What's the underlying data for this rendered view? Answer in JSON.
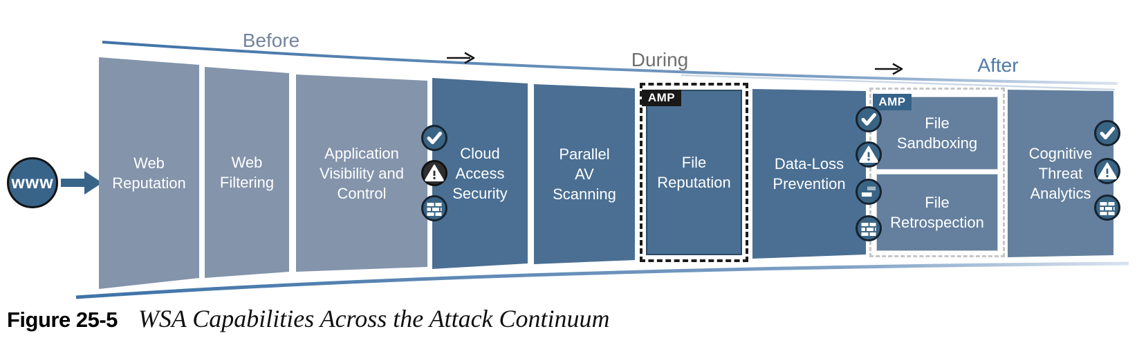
{
  "figure": {
    "source_node": {
      "label": "www"
    },
    "phases": [
      {
        "label": "Before"
      },
      {
        "label": "During"
      },
      {
        "label": "After"
      }
    ],
    "amp_tag": "AMP",
    "panels": [
      {
        "name": "Web Reputation",
        "lines": [
          "Web",
          "Reputation"
        ]
      },
      {
        "name": "Web Filtering",
        "lines": [
          "Web",
          "Filtering"
        ]
      },
      {
        "name": "Application Visibility and Control",
        "lines": [
          "Application",
          "Visibility and",
          "Control"
        ]
      },
      {
        "name": "Cloud Access Security",
        "lines": [
          "Cloud",
          "Access",
          "Security"
        ]
      },
      {
        "name": "Parallel AV Scanning",
        "lines": [
          "Parallel",
          "AV",
          "Scanning"
        ]
      },
      {
        "name": "File Reputation",
        "lines": [
          "File",
          "Reputation"
        ],
        "amp": true
      },
      {
        "name": "Data-Loss Prevention",
        "lines": [
          "Data-Loss",
          "Prevention"
        ]
      },
      {
        "name": "File Sandboxing",
        "lines": [
          "File",
          "Sandboxing"
        ],
        "amp": true
      },
      {
        "name": "File Retrospection",
        "lines": [
          "File",
          "Retrospection"
        ]
      },
      {
        "name": "Cognitive Threat Analytics",
        "lines": [
          "Cognitive",
          "Threat",
          "Analytics"
        ]
      }
    ],
    "icons": {
      "check": "check-icon",
      "warning": "warning-icon",
      "blocks": "blocks-icon",
      "firewall": "firewall-icon"
    },
    "colors": {
      "panel_light": "#8394ab",
      "panel_dark": "#4a6f93",
      "panel_medium": "#64809e",
      "funnel_line": "#3e72a6",
      "amp_black": "#191919",
      "amp_blue": "#356288",
      "www_ball": "#39648a",
      "warning_dark_circle": "#2e2e2e"
    }
  },
  "caption": {
    "number": "Figure 25-5",
    "title": "WSA Capabilities Across the Attack Continuum"
  }
}
